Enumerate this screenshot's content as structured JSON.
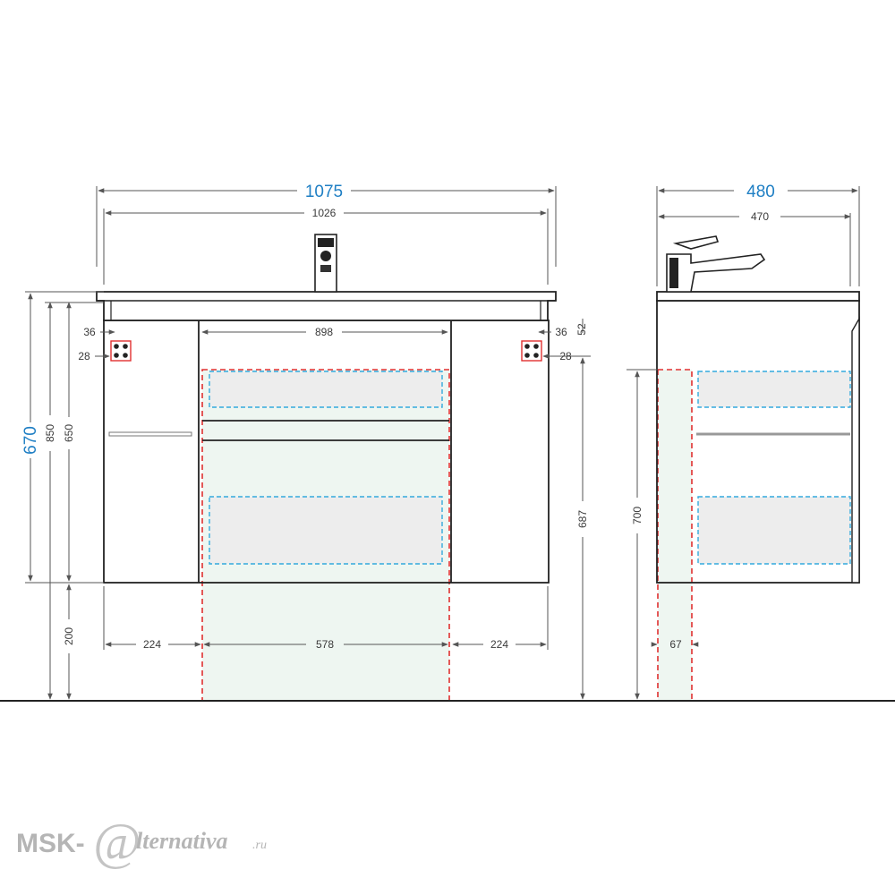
{
  "front_view": {
    "overall_width": "1075",
    "top_width": "1026",
    "inner_width": "898",
    "left_offset": "36",
    "right_offset": "36",
    "left_small": "28",
    "right_small": "28",
    "top_gap": "52",
    "total_height": "670",
    "height_850": "850",
    "height_650": "650",
    "height_200": "200",
    "height_687": "687",
    "bottom_left": "224",
    "bottom_middle": "578",
    "bottom_right": "224"
  },
  "side_view": {
    "overall_depth": "480",
    "top_depth": "470",
    "height_700": "700",
    "pipe_width": "67"
  },
  "watermark": {
    "left": "MSK-",
    "symbol": "@",
    "right": "lternativa",
    "domain": ".ru"
  },
  "colors": {
    "line": "#222222",
    "dimension": "#555555",
    "blue_label": "#1f7fc4",
    "red_dashed": "#e03030",
    "cyan_dashed": "#33aadd",
    "zone_fill": "#eef6f1",
    "drawer_fill": "#eeeeee"
  }
}
